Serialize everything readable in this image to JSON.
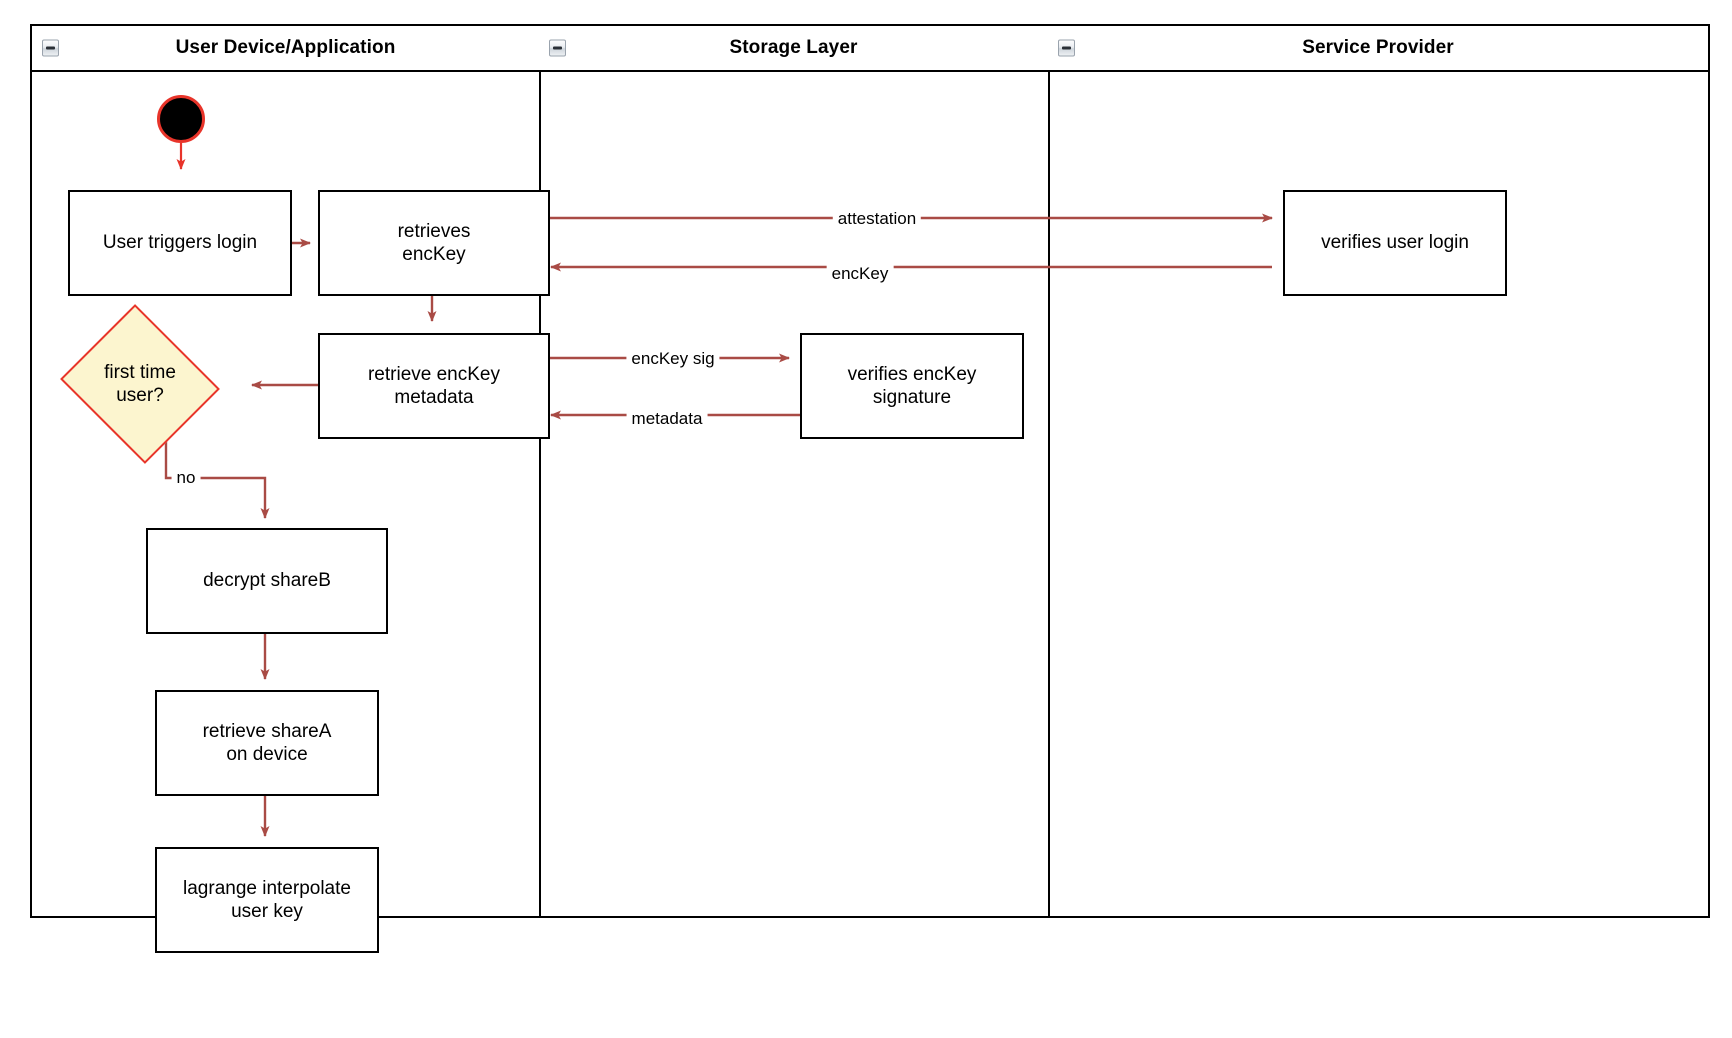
{
  "diagram": {
    "title": "User login key-reconstruction swimlane diagram",
    "type": "swimlane-activity-diagram",
    "colors": {
      "lane_border": "#000000",
      "node_border": "#000000",
      "node_fill": "#ffffff",
      "edge": "#a94b45",
      "start_edge": "#e8342a",
      "decision_fill": "#fcf5cf",
      "decision_border": "#e8342a",
      "start_node_fill": "#000000",
      "start_node_border": "#e8342a",
      "background": "#ffffff"
    }
  },
  "lanes": [
    {
      "id": "user-device",
      "title": "User Device/Application",
      "collapse_icon": "collapse-minus-icon"
    },
    {
      "id": "storage-layer",
      "title": "Storage Layer",
      "collapse_icon": "collapse-minus-icon"
    },
    {
      "id": "service-provider",
      "title": "Service Provider",
      "collapse_icon": "collapse-minus-icon"
    }
  ],
  "nodes": [
    {
      "id": "start",
      "lane": "user-device",
      "shape": "initial-node",
      "label": ""
    },
    {
      "id": "user-triggers-login",
      "lane": "user-device",
      "shape": "rectangle",
      "label": "User triggers login"
    },
    {
      "id": "retrieves-enckey",
      "lane": "user-device",
      "shape": "rectangle",
      "label": "retrieves\nencKey"
    },
    {
      "id": "retrieve-enckey-metadata",
      "lane": "user-device",
      "shape": "rectangle",
      "label": "retrieve encKey\nmetadata"
    },
    {
      "id": "first-time-user",
      "lane": "user-device",
      "shape": "diamond",
      "label": "first time\nuser?"
    },
    {
      "id": "decrypt-shareb",
      "lane": "user-device",
      "shape": "rectangle",
      "label": "decrypt shareB"
    },
    {
      "id": "retrieve-sharea-on-device",
      "lane": "user-device",
      "shape": "rectangle",
      "label": "retrieve shareA\non device"
    },
    {
      "id": "lagrange-interpolate-user-key",
      "lane": "user-device",
      "shape": "rectangle",
      "label": "lagrange interpolate\nuser key"
    },
    {
      "id": "verifies-enckey-signature",
      "lane": "storage-layer",
      "shape": "rectangle",
      "label": "verifies encKey\nsignature"
    },
    {
      "id": "verifies-user-login",
      "lane": "service-provider",
      "shape": "rectangle",
      "label": "verifies user login"
    }
  ],
  "edges": [
    {
      "id": "start-to-login",
      "from": "start",
      "to": "user-triggers-login",
      "label": ""
    },
    {
      "id": "login-to-retrieves",
      "from": "user-triggers-login",
      "to": "retrieves-enckey",
      "label": ""
    },
    {
      "id": "attestation",
      "from": "retrieves-enckey",
      "to": "verifies-user-login",
      "label": "attestation"
    },
    {
      "id": "enckey-return",
      "from": "verifies-user-login",
      "to": "retrieves-enckey",
      "label": "encKey"
    },
    {
      "id": "retrieves-to-metadata",
      "from": "retrieves-enckey",
      "to": "retrieve-enckey-metadata",
      "label": ""
    },
    {
      "id": "enckey-sig",
      "from": "retrieve-enckey-metadata",
      "to": "verifies-enckey-signature",
      "label": "encKey sig"
    },
    {
      "id": "metadata-return",
      "from": "verifies-enckey-signature",
      "to": "retrieve-enckey-metadata",
      "label": "metadata"
    },
    {
      "id": "metadata-to-decision",
      "from": "retrieve-enckey-metadata",
      "to": "first-time-user",
      "label": ""
    },
    {
      "id": "decision-no",
      "from": "first-time-user",
      "to": "decrypt-shareb",
      "label": "no"
    },
    {
      "id": "decrypt-to-sharea",
      "from": "decrypt-shareb",
      "to": "retrieve-sharea-on-device",
      "label": ""
    },
    {
      "id": "sharea-to-lagrange",
      "from": "retrieve-sharea-on-device",
      "to": "lagrange-interpolate-user-key",
      "label": ""
    }
  ]
}
